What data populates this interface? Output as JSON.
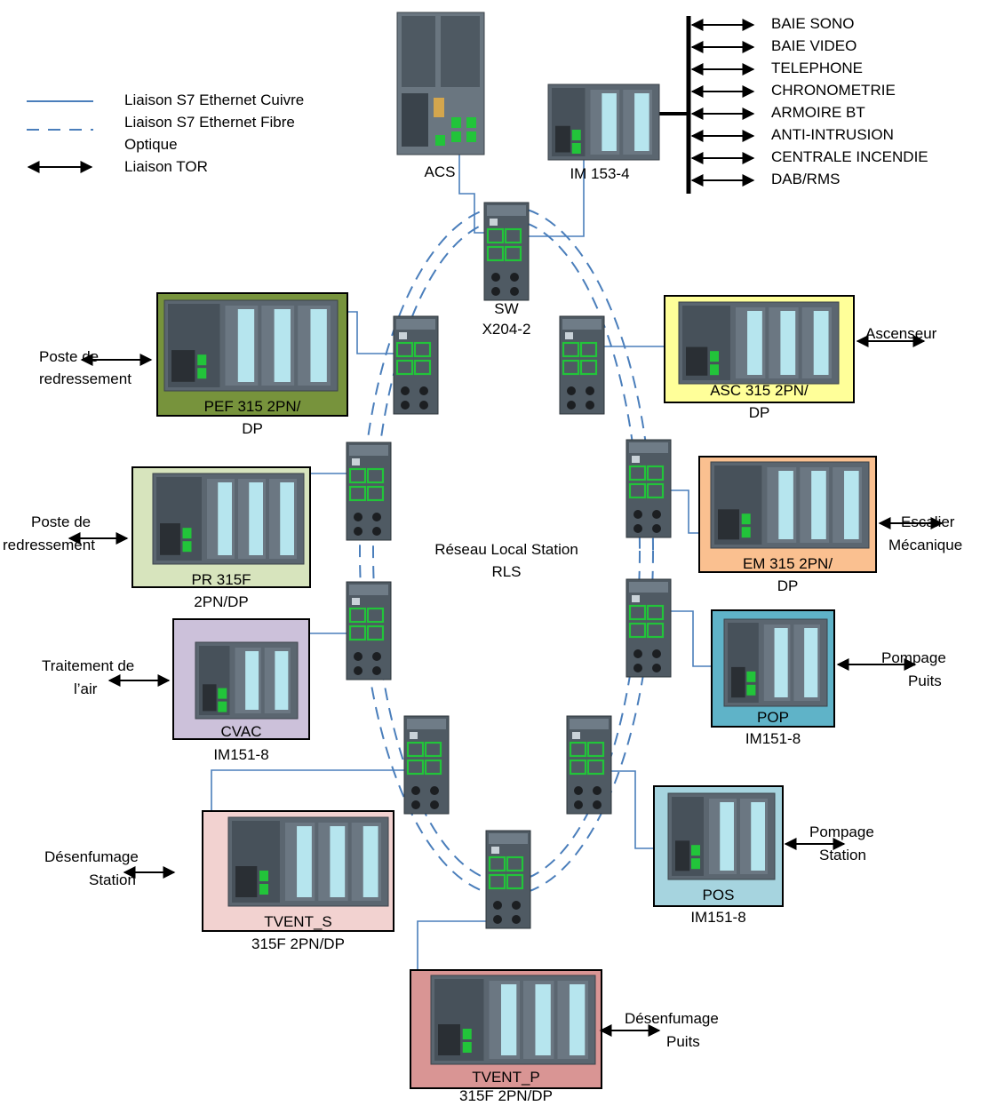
{
  "legend": {
    "copper": "Liaison S7 Ethernet Cuivre",
    "fiber_line1": "Liaison S7 Ethernet   Fibre",
    "fiber_line2": "Optique",
    "tor": "Liaison TOR"
  },
  "colors": {
    "link_blue": "#4a7ebb",
    "device_body": "#5b6670",
    "port_green": "#22c43a",
    "box_pef": "#77933c",
    "box_asc": "#ffff99",
    "box_pr": "#d7e4bd",
    "box_em": "#fac090",
    "box_cvac": "#ccc1da",
    "box_pop": "#5fb3c8",
    "box_tvent_s": "#f2d2d0",
    "box_pos": "#a6d4df",
    "box_tvent_p": "#d99594"
  },
  "top": {
    "acs_label": "ACS",
    "im1534_label": "IM 153-4",
    "sw_line1": "SW",
    "sw_line2": "X204-2",
    "tor_outputs": [
      "BAIE SONO",
      "BAIE VIDEO",
      "TELEPHONE",
      "CHRONOMETRIE",
      "ARMOIRE BT",
      "ANTI-INTRUSION",
      "CENTRALE  INCENDIE",
      "DAB/RMS"
    ]
  },
  "ring": {
    "line1": "Réseau Local Station",
    "line2": "RLS"
  },
  "stations": {
    "pef": {
      "line1": "PEF 315 2PN/",
      "line2": "DP",
      "side1": "Poste de",
      "side2": "redressement"
    },
    "asc": {
      "line1": "ASC 315 2PN/",
      "line2": "DP",
      "side1": "Ascenseur"
    },
    "pr": {
      "line1": "PR 315F",
      "line2": "2PN/DP",
      "side1": "Poste de",
      "side2": "redressement"
    },
    "em": {
      "line1": "EM 315 2PN/",
      "line2": "DP",
      "side1": "Escalier",
      "side2": "Mécanique"
    },
    "cvac": {
      "line1": "CVAC",
      "line2": "IM151-8",
      "side1": "Traitement de",
      "side2": "l’air"
    },
    "pop": {
      "line1": "POP",
      "line2": "IM151-8",
      "side1": "Pompage",
      "side2": "Puits"
    },
    "tvent_s": {
      "line1": "TVENT_S",
      "line2": "315F 2PN/DP",
      "side1": "Désenfumage",
      "side2": "Station"
    },
    "pos": {
      "line1": "POS",
      "line2": "IM151-8",
      "side1": "Pompage",
      "side2": "Station"
    },
    "tvent_p": {
      "line1": "TVENT_P",
      "line2": "315F 2PN/DP",
      "side1": "Désenfumage",
      "side2": "Puits"
    }
  }
}
